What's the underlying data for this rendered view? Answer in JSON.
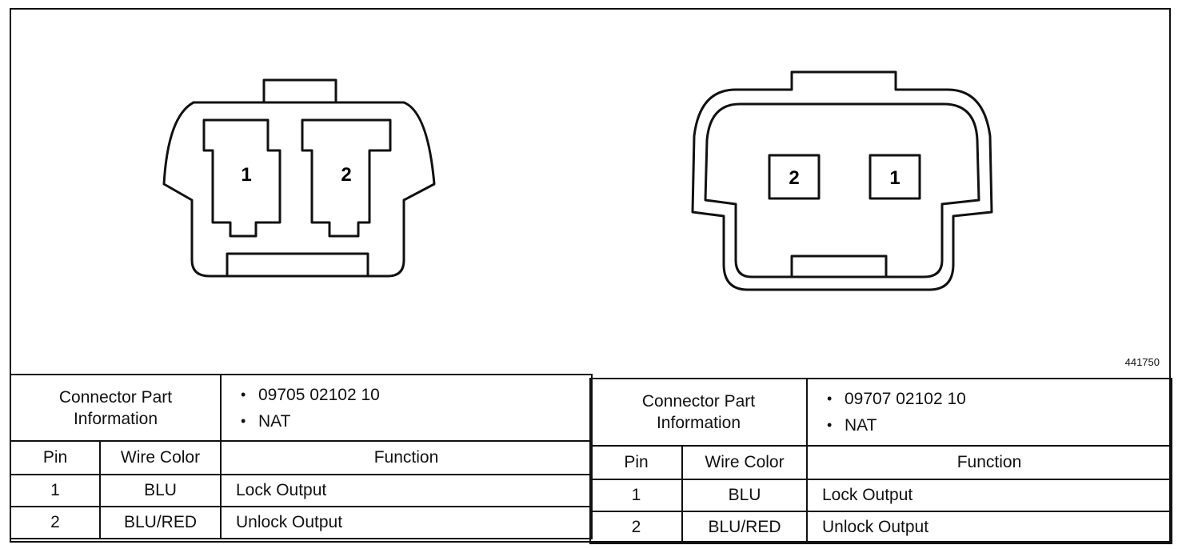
{
  "figure_number": "441750",
  "connectors": [
    {
      "part_info_label_line1": "Connector Part",
      "part_info_label_line2": "Information",
      "part_numbers": [
        "09705 02102 10",
        "NAT"
      ],
      "headers": {
        "pin": "Pin",
        "wire_color": "Wire Color",
        "function": "Function"
      },
      "pins": [
        {
          "pin": "1",
          "wire_color": "BLU",
          "function": "Lock Output"
        },
        {
          "pin": "2",
          "wire_color": "BLU/RED",
          "function": "Unlock Output"
        }
      ],
      "cavity_labels": [
        "1",
        "2"
      ]
    },
    {
      "part_info_label_line1": "Connector Part",
      "part_info_label_line2": "Information",
      "part_numbers": [
        "09707 02102 10",
        "NAT"
      ],
      "headers": {
        "pin": "Pin",
        "wire_color": "Wire Color",
        "function": "Function"
      },
      "pins": [
        {
          "pin": "1",
          "wire_color": "BLU",
          "function": "Lock Output"
        },
        {
          "pin": "2",
          "wire_color": "BLU/RED",
          "function": "Unlock Output"
        }
      ],
      "cavity_labels": [
        "2",
        "1"
      ]
    }
  ]
}
